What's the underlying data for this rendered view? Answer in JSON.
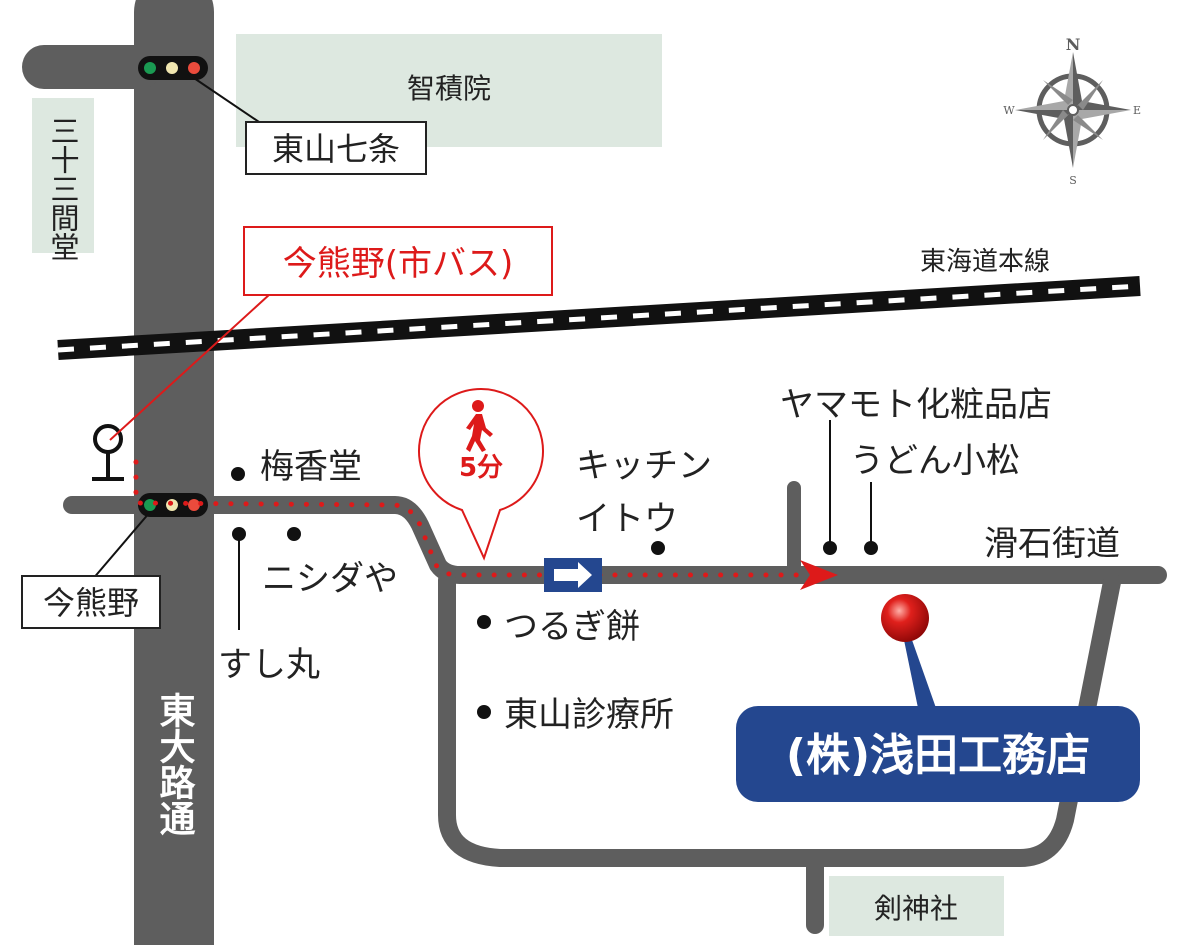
{
  "colors": {
    "road": "#5e5e5e",
    "route": "#dd1a1a",
    "park": "#dde8e0",
    "destination": "#24478f",
    "text": "#222222"
  },
  "landmarks": {
    "chishakuin": "智積院",
    "sanjusangendo": "三十三間堂",
    "tsurugi_jinja": "剣神社"
  },
  "roads": {
    "higashioji": "東大路通",
    "tokaido": "東海道本線",
    "nameishi": "滑石街道"
  },
  "intersections": {
    "higashiyama_shichijo": "東山七条",
    "imagumano": "今熊野"
  },
  "bus_stop": {
    "label": "今熊野(市バス)",
    "icon": "bus-stop-icon"
  },
  "walk": {
    "time": "5分",
    "icon": "walking-person-icon"
  },
  "shops": {
    "umekado": "梅香堂",
    "nishidaya": "ニシダや",
    "sushimaru": "すし丸",
    "kitchen_line1": "キッチン",
    "kitchen_line2": "イトウ",
    "tsurugimochi": "つるぎ餅",
    "clinic": "東山診療所",
    "yamamoto": "ヤマモト化粧品店",
    "udon": "うどん小松"
  },
  "compass": {
    "n": "N",
    "s": "S",
    "e": "E",
    "w": "W",
    "icon": "compass-rose-icon"
  },
  "destination": {
    "label": "(株)浅田工務店",
    "icon": "location-pin-icon"
  }
}
